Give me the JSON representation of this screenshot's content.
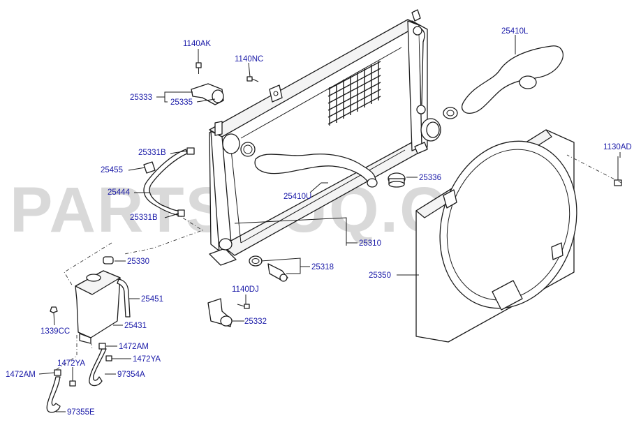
{
  "watermark": "PARTSOUQ.COM",
  "callouts": {
    "p1140AK": "1140AK",
    "p1140NC": "1140NC",
    "p25333": "25333",
    "p25335": "25335",
    "p25410L": "25410L",
    "p1130AD": "1130AD",
    "p25331B_top": "25331B",
    "p25455": "25455",
    "p25444": "25444",
    "p25331B_bottom": "25331B",
    "p25336": "25336",
    "p25410U": "25410U",
    "p25310": "25310",
    "p25330": "25330",
    "p25318": "25318",
    "p25350": "25350",
    "p1140DJ": "1140DJ",
    "p25451": "25451",
    "p25332": "25332",
    "p25431": "25431",
    "p1339CC": "1339CC",
    "p1472AM_right": "1472AM",
    "p1472YA_left": "1472YA",
    "p1472YA_right": "1472YA",
    "p1472AM_left": "1472AM",
    "p97354A": "97354A",
    "p97355E": "97355E"
  }
}
